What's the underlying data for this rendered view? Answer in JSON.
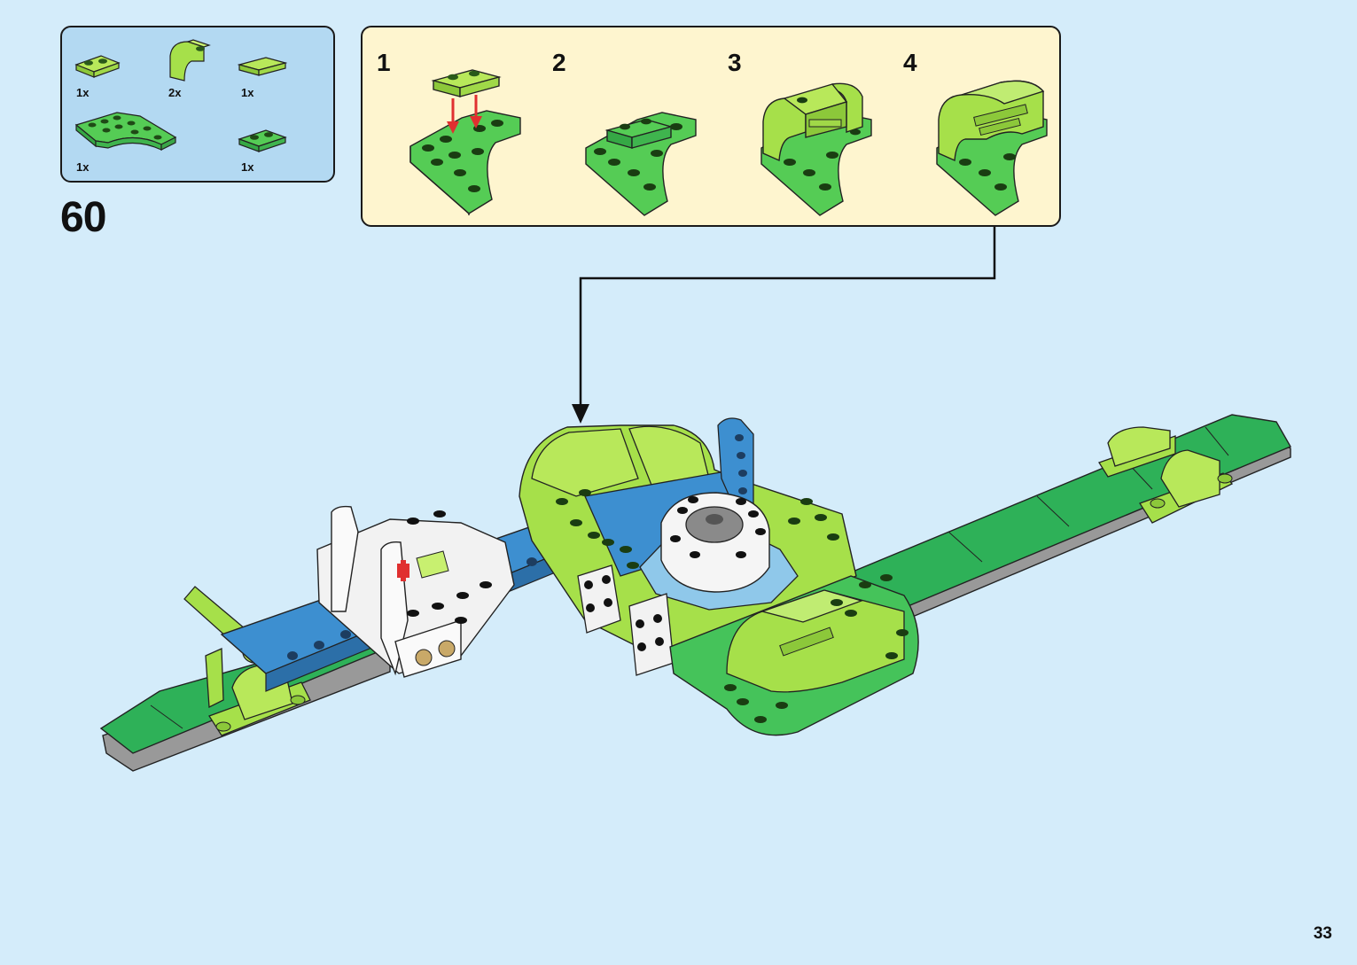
{
  "step": {
    "number": "60"
  },
  "parts_list": {
    "items": [
      {
        "qty": "1x",
        "icon": "lime-plate-1x2-icon"
      },
      {
        "qty": "2x",
        "icon": "lime-curved-slope-icon"
      },
      {
        "qty": "1x",
        "icon": "lime-tile-1x2-icon"
      },
      {
        "qty": "1x",
        "icon": "green-wedge-plate-icon"
      },
      {
        "qty": "1x",
        "icon": "green-plate-1x2-icon"
      }
    ]
  },
  "sub_assembly": {
    "steps": [
      {
        "label": "1"
      },
      {
        "label": "2"
      },
      {
        "label": "3"
      },
      {
        "label": "4"
      }
    ]
  },
  "colors": {
    "background": "#d4ecfa",
    "parts_box": "#b3d9f2",
    "sub_box": "#fef5cf",
    "lime": "#a6e04a",
    "green": "#45c35a",
    "dark_green": "#2eb158",
    "blue": "#3d8fd0",
    "arrow_red": "#e03030"
  },
  "page": {
    "number": "33"
  }
}
